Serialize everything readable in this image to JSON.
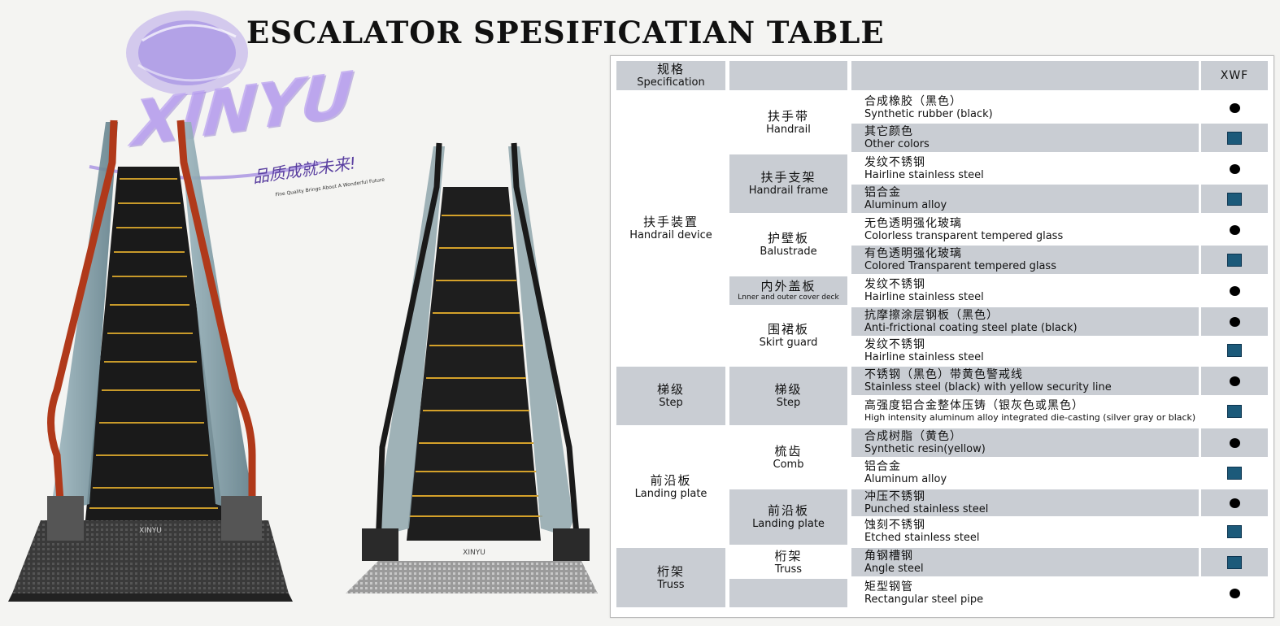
{
  "title": "ESCALATOR SPESIFICATIAN TABLE",
  "logo": {
    "word": "XINYU",
    "slogan": "品质成就未来!",
    "tagline": "Fine Quality Brings About A Wonderful Future",
    "plate_text_1": "XINYU",
    "plate_text_2": "XINYU"
  },
  "colors": {
    "header_gray": "#c9cdd3",
    "marker_square": "#1c5a7a",
    "marker_dot": "#000000"
  },
  "table": {
    "header": {
      "cn": "规格",
      "en": "Specification",
      "model": "XWF"
    },
    "categories": [
      {
        "cn": "扶手装置",
        "en": "Handrail device"
      },
      {
        "cn": "梯级",
        "en": "Step"
      },
      {
        "cn": "前沿板",
        "en": "Landing plate"
      },
      {
        "cn": "桁架",
        "en": "Truss"
      }
    ],
    "subcategories": [
      {
        "cn": "扶手带",
        "en": "Handrail"
      },
      {
        "cn": "扶手支架",
        "en": "Handrail frame"
      },
      {
        "cn": "护壁板",
        "en": "Balustrade"
      },
      {
        "cn": "内外盖板",
        "en": "Lnner and outer cover deck"
      },
      {
        "cn": "围裙板",
        "en": "Skirt guard"
      },
      {
        "cn": "梯级",
        "en": "Step"
      },
      {
        "cn": "梳齿",
        "en": "Comb"
      },
      {
        "cn": "前沿板",
        "en": "Landing plate"
      },
      {
        "cn": "桁架",
        "en": "Truss"
      }
    ],
    "rows": [
      {
        "cn": "合成橡胶（黑色）",
        "en": "Synthetic rubber (black)",
        "mark": "dot"
      },
      {
        "cn": "其它颜色",
        "en": "Other colors",
        "mark": "square"
      },
      {
        "cn": "发纹不锈钢",
        "en": "Hairline stainless steel",
        "mark": "dot"
      },
      {
        "cn": "铝合金",
        "en": "Aluminum alloy",
        "mark": "square"
      },
      {
        "cn": "无色透明强化玻璃",
        "en": "Colorless transparent tempered glass",
        "mark": "dot"
      },
      {
        "cn": "有色透明强化玻璃",
        "en": "Colored Transparent tempered glass",
        "mark": "square"
      },
      {
        "cn": "发纹不锈钢",
        "en": "Hairline stainless steel",
        "mark": "dot"
      },
      {
        "cn": "抗摩擦涂层钢板（黑色）",
        "en": "Anti-frictional coating steel plate (black)",
        "mark": "dot"
      },
      {
        "cn": "发纹不锈钢",
        "en": "Hairline stainless steel",
        "mark": "square"
      },
      {
        "cn": "不锈钢（黑色）带黄色警戒线",
        "en": "Stainless steel (black) with yellow security line",
        "mark": "dot"
      },
      {
        "cn": "高强度铝合金整体压铸（银灰色或黑色）",
        "en": "High intensity aluminum alloy integrated die-casting (silver gray or black)",
        "mark": "square"
      },
      {
        "cn": "合成树脂（黄色）",
        "en": "Synthetic resin(yellow)",
        "mark": "dot"
      },
      {
        "cn": "铝合金",
        "en": "Aluminum alloy",
        "mark": "square"
      },
      {
        "cn": "冲压不锈钢",
        "en": "Punched stainless steel",
        "mark": "dot"
      },
      {
        "cn": "蚀刻不锈钢",
        "en": "Etched stainless steel",
        "mark": "square"
      },
      {
        "cn": "角钢槽钢",
        "en": "Angle steel",
        "mark": "square"
      },
      {
        "cn": "矩型钢管",
        "en": "Rectangular steel pipe",
        "mark": "dot"
      }
    ]
  }
}
